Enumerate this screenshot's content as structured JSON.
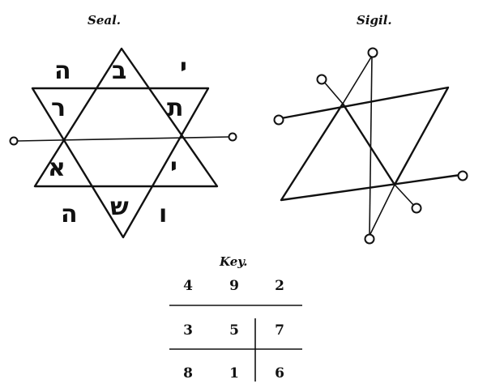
{
  "seal": {
    "label": "Seal.",
    "letters": {
      "top_left": "ה",
      "top_center": "ב",
      "top_right": "י",
      "mid_left": "ר",
      "mid_right": "ת",
      "lower_left": "א",
      "lower_right": "י",
      "bottom_left": "ה",
      "bottom_center": "ש",
      "bottom_right": "ו"
    }
  },
  "sigil": {
    "label": "Sigil."
  },
  "key": {
    "label": "Key.",
    "rows": [
      [
        "4",
        "9",
        "2"
      ],
      [
        "3",
        "5",
        "7"
      ],
      [
        "8",
        "1",
        "6"
      ]
    ]
  }
}
